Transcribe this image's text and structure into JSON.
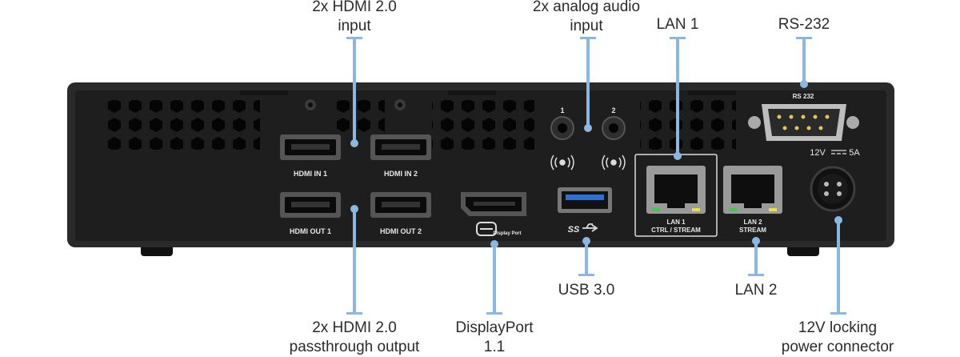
{
  "callouts": {
    "hdmi_in": [
      "2x HDMI 2.0",
      "input"
    ],
    "audio_in": [
      "2x analog audio",
      "input"
    ],
    "lan1": [
      "LAN 1"
    ],
    "rs232": [
      "RS-232"
    ],
    "hdmi_out": [
      "2x HDMI 2.0",
      "passthrough output"
    ],
    "displayport": [
      "DisplayPort",
      "1.1"
    ],
    "usb": [
      "USB 3.0"
    ],
    "lan2": [
      "LAN 2"
    ],
    "power": [
      "12V locking",
      "power connector"
    ]
  },
  "panel_labels": {
    "hdmi_in_1": "HDMI IN 1",
    "hdmi_in_2": "HDMI IN 2",
    "hdmi_out_1": "HDMI OUT 1",
    "hdmi_out_2": "HDMI OUT 2",
    "audio_1": "1",
    "audio_2": "2",
    "rs232": "RS 232",
    "power_rating": "12V",
    "power_amps": "5A",
    "lan1_a": "LAN 1",
    "lan1_b": "CTRL / STREAM",
    "lan2_a": "LAN 2",
    "lan2_b": "STREAM",
    "dp_logo": "Display Port",
    "usb_logo": "SS"
  },
  "colors": {
    "leader": "#8ab8e0",
    "chassis": "#2a2a2a",
    "label_text": "#2b2b2b"
  }
}
